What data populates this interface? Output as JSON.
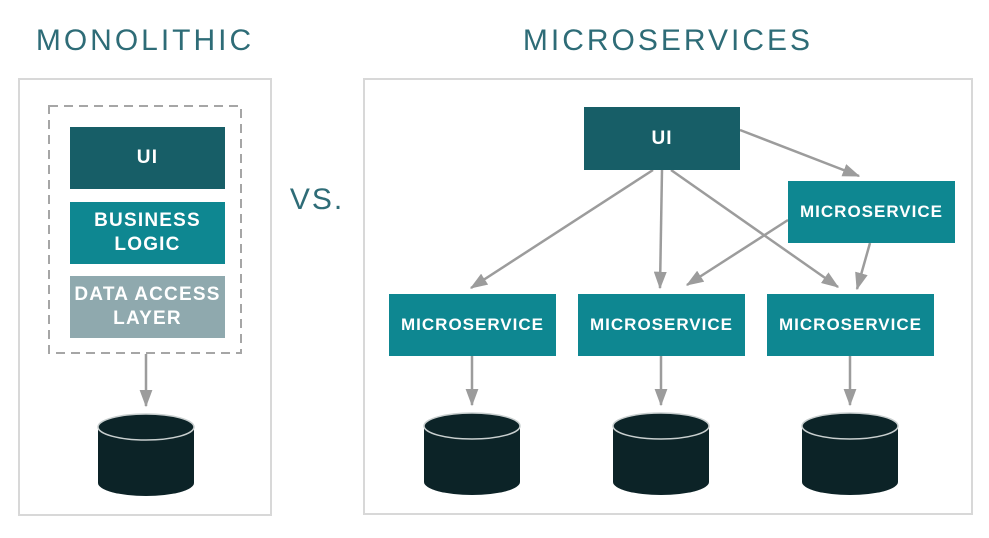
{
  "titles": {
    "monolithic": "MONOLITHIC",
    "microservices": "MICROSERVICES",
    "versus": "VS."
  },
  "monolithic_panel": {
    "layers": [
      {
        "name": "ui",
        "label_lines": [
          "UI"
        ],
        "color": "#175E67"
      },
      {
        "name": "business-logic",
        "label_lines": [
          "BUSINESS",
          "LOGIC"
        ],
        "color": "#0E8791"
      },
      {
        "name": "data-access",
        "label_lines": [
          "DATA ACCESS",
          "LAYER"
        ],
        "color": "#8FA9AE"
      }
    ],
    "database_icon": "database-cylinder"
  },
  "microservices_panel": {
    "ui_node": {
      "label": "UI",
      "color": "#175E67"
    },
    "gateway_node": {
      "label": "MICROSERVICE",
      "color": "#0E8791"
    },
    "services": [
      {
        "label": "MICROSERVICE",
        "color": "#0E8791"
      },
      {
        "label": "MICROSERVICE",
        "color": "#0E8791"
      },
      {
        "label": "MICROSERVICE",
        "color": "#0E8791"
      }
    ],
    "database_count": 3
  },
  "colors": {
    "title_text": "#2E6C77",
    "ui_dark_teal": "#175E67",
    "service_teal": "#0E8791",
    "data_access_gray": "#8FA9AE",
    "database_dark": "#0C2327",
    "arrow_gray": "#9C9C9C",
    "panel_border": "#D8D8D8",
    "dashed_border": "#A6A6A6"
  }
}
